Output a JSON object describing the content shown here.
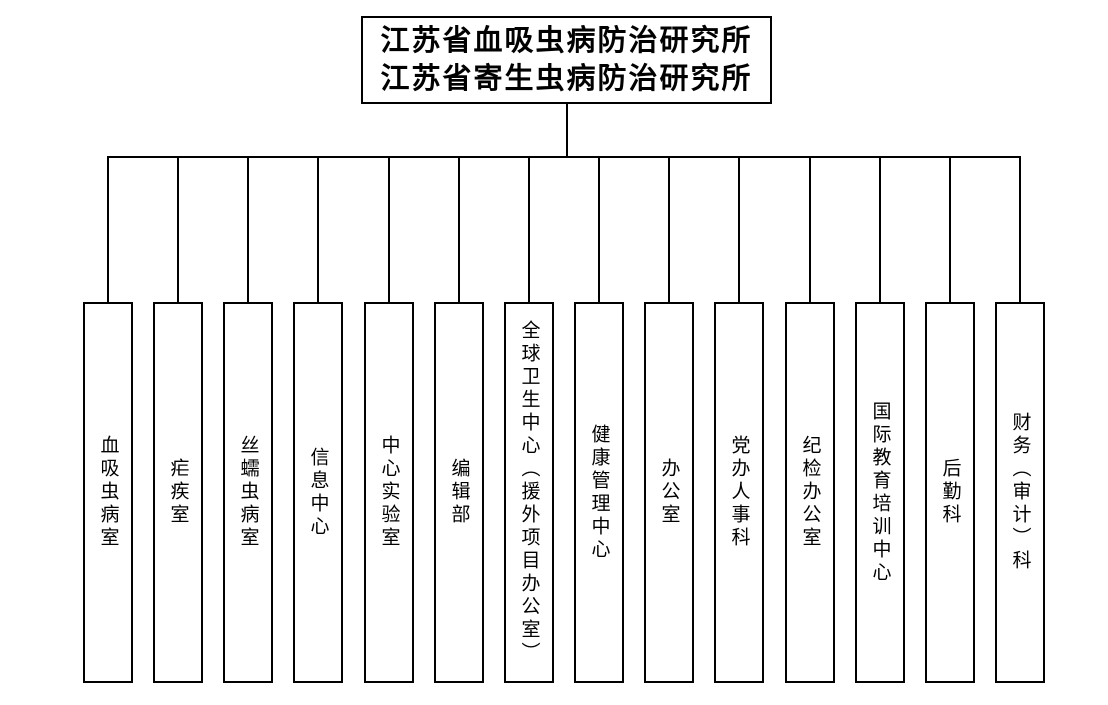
{
  "diagram_type": "organization-chart",
  "title_box": {
    "lines": [
      "江苏省血吸虫病防治研究所",
      "江苏省寄生虫病防治研究所"
    ]
  },
  "departments": [
    {
      "label": "血吸虫病室"
    },
    {
      "label": "疟疾室"
    },
    {
      "label": "丝蠕虫病室"
    },
    {
      "label": "信息中心"
    },
    {
      "label": "中心实验室"
    },
    {
      "label": "编辑部"
    },
    {
      "label": "全球卫生中心（援外项目办公室）"
    },
    {
      "label": "健康管理中心"
    },
    {
      "label": "办公室"
    },
    {
      "label": "党办人事科"
    },
    {
      "label": "纪检办公室"
    },
    {
      "label": "国际教育培训中心"
    },
    {
      "label": "后勤科"
    },
    {
      "label": "财务（审计）科"
    }
  ],
  "colors": {
    "background": "#ffffff",
    "line": "#000000",
    "text": "#000000",
    "box_fill": "#ffffff"
  }
}
